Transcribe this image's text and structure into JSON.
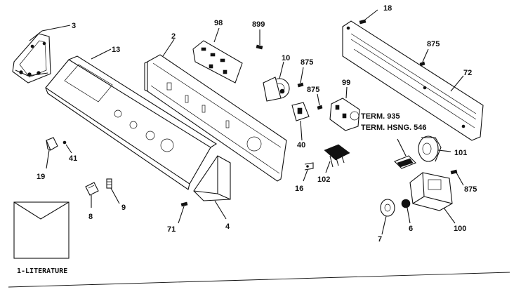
{
  "parts": [
    {
      "id": "p3",
      "label": "3"
    },
    {
      "id": "p13",
      "label": "13"
    },
    {
      "id": "p2",
      "label": "2"
    },
    {
      "id": "p98",
      "label": "98"
    },
    {
      "id": "p899",
      "label": "899"
    },
    {
      "id": "p10",
      "label": "10"
    },
    {
      "id": "p875a",
      "label": "875"
    },
    {
      "id": "p875b",
      "label": "875"
    },
    {
      "id": "p99",
      "label": "99"
    },
    {
      "id": "p40",
      "label": "40"
    },
    {
      "id": "p18",
      "label": "18"
    },
    {
      "id": "p875c",
      "label": "875"
    },
    {
      "id": "p72",
      "label": "72"
    },
    {
      "id": "p101",
      "label": "101"
    },
    {
      "id": "p875d",
      "label": "875"
    },
    {
      "id": "p100",
      "label": "100"
    },
    {
      "id": "p7",
      "label": "7"
    },
    {
      "id": "p6",
      "label": "6"
    },
    {
      "id": "p102",
      "label": "102"
    },
    {
      "id": "p16",
      "label": "16"
    },
    {
      "id": "p4",
      "label": "4"
    },
    {
      "id": "p71",
      "label": "71"
    },
    {
      "id": "p19",
      "label": "19"
    },
    {
      "id": "p41",
      "label": "41"
    },
    {
      "id": "p8",
      "label": "8"
    },
    {
      "id": "p9",
      "label": "9"
    }
  ],
  "notes": {
    "term_935": "TERM. 935",
    "term_hsng_546": "TERM. HSNG. 546"
  },
  "literature": {
    "label": "1-LITERATURE"
  }
}
